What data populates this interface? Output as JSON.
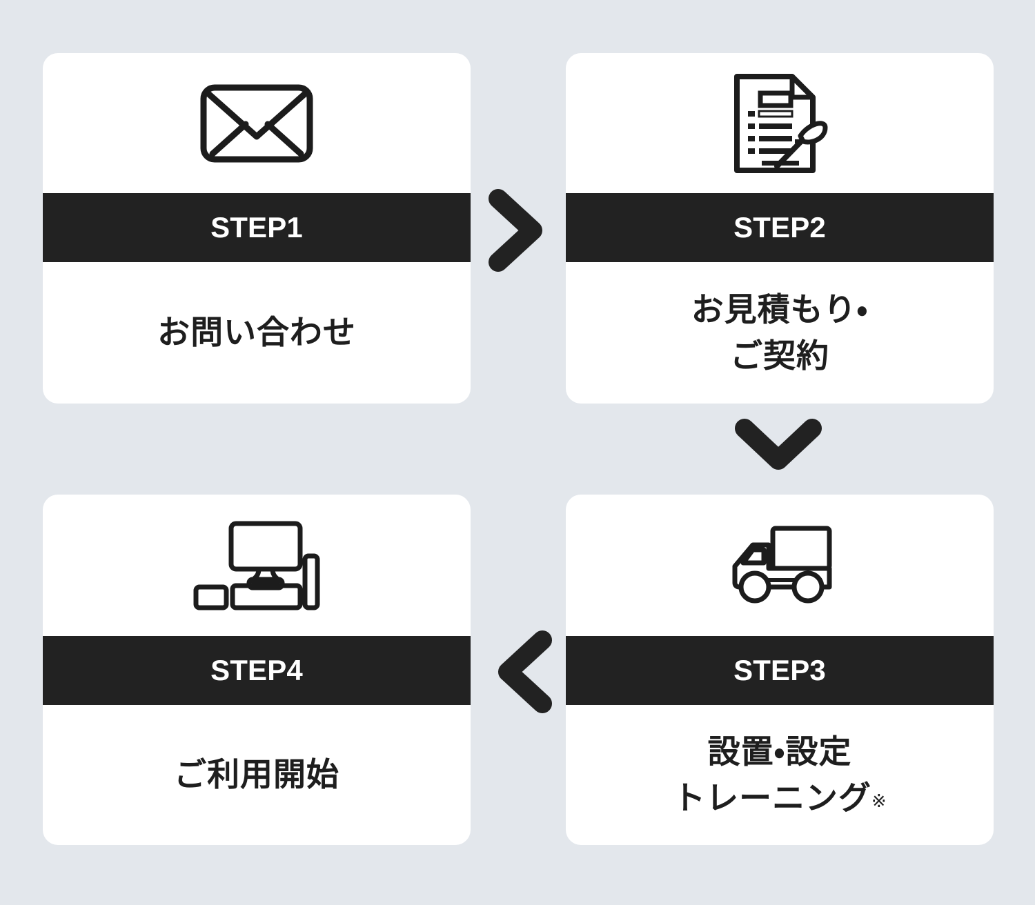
{
  "background_color": "#e3e7ec",
  "card_color": "#ffffff",
  "band_color": "#222222",
  "band_text_color": "#ffffff",
  "title_text_color": "#1e1e1e",
  "steps": [
    {
      "id": "step1",
      "band_label": "STEP1",
      "title": "お問い合わせ",
      "note": "",
      "icon": "envelope-icon"
    },
    {
      "id": "step2",
      "band_label": "STEP2",
      "title": "お見積もり・\nご契約",
      "title_line1": "お見積もり・",
      "title_line2": "ご契約",
      "note": "",
      "icon": "document-signature-icon"
    },
    {
      "id": "step3",
      "band_label": "STEP3",
      "title": "設置・設定\nトレーニング",
      "title_line1": "設置・設定",
      "title_line2": "トレーニング",
      "note": "※",
      "icon": "delivery-truck-icon"
    },
    {
      "id": "step4",
      "band_label": "STEP4",
      "title": "ご利用開始",
      "note": "",
      "icon": "monitor-av-setup-icon"
    }
  ],
  "arrows": [
    {
      "id": "arrow-1-to-2",
      "direction": "right",
      "glyph": "chevron-right-icon"
    },
    {
      "id": "arrow-2-to-3",
      "direction": "down",
      "glyph": "chevron-down-icon"
    },
    {
      "id": "arrow-3-to-4",
      "direction": "left",
      "glyph": "chevron-left-icon"
    }
  ]
}
